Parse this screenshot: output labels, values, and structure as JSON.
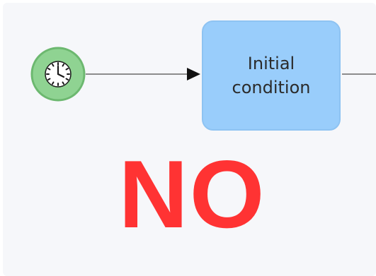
{
  "diagram": {
    "start_event": {
      "type": "timer-start-event",
      "icon": "clock-icon",
      "fill_color": "#8fd392",
      "stroke_color": "#6cb86f"
    },
    "task": {
      "label": "Initial\ncondition",
      "fill_color": "#99cdfb"
    },
    "flows": [
      {
        "from": "start_event",
        "to": "task"
      },
      {
        "from": "task",
        "to": "offscreen"
      }
    ]
  },
  "overlay": {
    "text": "NO",
    "color": "#ff3333"
  }
}
